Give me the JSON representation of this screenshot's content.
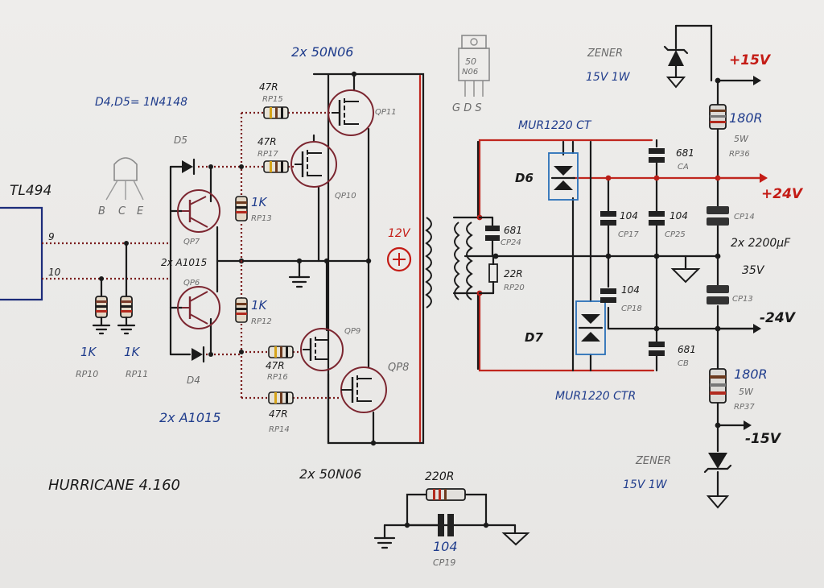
{
  "sheet": {
    "title": "HURRICANE 4.160",
    "controller": "TL494",
    "pin_a": "9",
    "pin_b": "10",
    "diode_note": "D4,D5= 1N4148",
    "transistor_pins": [
      "B",
      "C",
      "E"
    ],
    "mosfet_pins": "G D S",
    "mosfet_body": [
      "50",
      "N06"
    ],
    "mosfet_pair_top": "2x 50N06",
    "mosfet_pair_bottom": "2x 50N06",
    "transistor_pair_mid": "2x A1015",
    "transistor_pair_bottom": "2x A1015"
  },
  "components": {
    "d5": "D5",
    "d4": "D4",
    "qp7": "QP7",
    "qp6": "QP6",
    "r47_rp15": {
      "value": "47R",
      "ref": "RP15"
    },
    "r47_rp17": {
      "value": "47R",
      "ref": "RP17"
    },
    "r47_rp16": {
      "value": "47R",
      "ref": "RP16"
    },
    "r47_rp14": {
      "value": "47R",
      "ref": "RP14"
    },
    "r1k_rp13": {
      "value": "1K",
      "ref": "RP13"
    },
    "r1k_rp12": {
      "value": "1K",
      "ref": "RP12"
    },
    "r1k_rp10": {
      "value": "1K",
      "ref": "RP10"
    },
    "r1k_rp11": {
      "value": "1K",
      "ref": "RP11"
    },
    "qp11": "QP11",
    "qp10": "QP10",
    "qp9": "QP9",
    "qp8": "QP8",
    "supply": "12V",
    "c681_cp24": {
      "value": "681",
      "ref": "CP24"
    },
    "r22_rp20": {
      "value": "22R",
      "ref": "RP20"
    },
    "d6": "D6",
    "d7": "D7",
    "mur_top": "MUR1220 CT",
    "mur_bottom": "MUR1220 CTR",
    "c681_ca": {
      "value": "681",
      "ref": "CA"
    },
    "c681_cb": {
      "value": "681",
      "ref": "CB"
    },
    "c104_cp17": {
      "value": "104",
      "ref": "CP17"
    },
    "c104_cp25": {
      "value": "104",
      "ref": "CP25"
    },
    "c104_cp18": {
      "value": "104",
      "ref": "CP18"
    },
    "cp14": "CP14",
    "cp13": "CP13",
    "cap_pair": [
      "2x 2200μF",
      "35V"
    ],
    "zener_top": {
      "label": "ZENER",
      "rating": "15V 1W"
    },
    "zener_bottom": {
      "label": "ZENER",
      "rating": "15V 1W"
    },
    "r180_rp36": {
      "value": "180R",
      "power": "5W",
      "ref": "RP36"
    },
    "r180_rp37": {
      "value": "180R",
      "power": "5W",
      "ref": "RP37"
    },
    "rail_p15": "+15V",
    "rail_p24": "+24V",
    "rail_m24": "-24V",
    "rail_m15": "-15V",
    "snubber_r": "220R",
    "snubber_c": {
      "value": "104",
      "ref": "CP19"
    }
  }
}
